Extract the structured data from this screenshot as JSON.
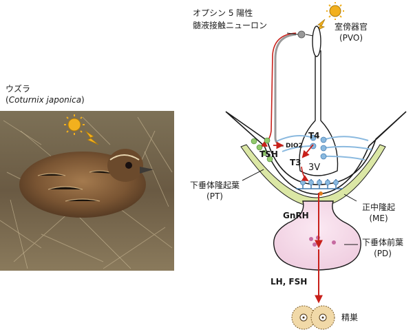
{
  "quail": {
    "name_ja": "ウズラ",
    "name_sci": "Coturnix japonica"
  },
  "labels": {
    "neuron_line1": "オプシン 5 陽性",
    "neuron_line2": "髄液接触ニューロン",
    "pvo_ja": "室傍器官",
    "pvo_abbr": "(PVO)",
    "pt_ja": "下垂体隆起葉",
    "pt_abbr": "(PT)",
    "me_ja": "正中隆起",
    "me_abbr": "(ME)",
    "pd_ja": "下垂体前葉",
    "pd_abbr": "(PD)",
    "testis_ja": "精巣",
    "t4": "T4",
    "t3": "T3",
    "dio2": "DIO2",
    "tsh": "TSH",
    "ventricle": "3V",
    "gnrh": "GnRH",
    "lh_fsh": "LH, FSH"
  },
  "colors": {
    "pathway_red": "#c8201a",
    "sun": "#f2b01e",
    "pt_green": "#dbe7a5",
    "pd_pink": "#f6dcea",
    "neuron_blue": "#8ab9df",
    "testis": "#f1d9a8"
  }
}
